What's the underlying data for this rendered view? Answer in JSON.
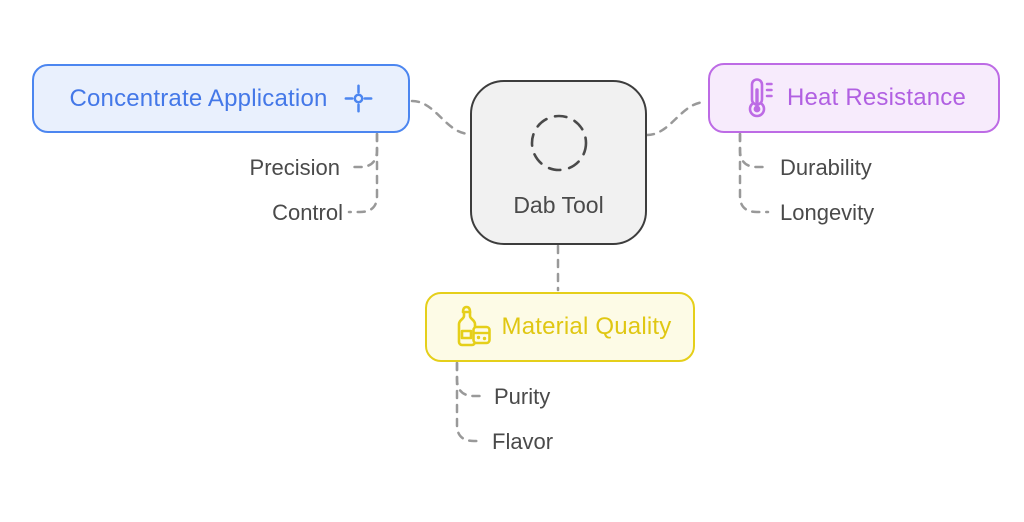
{
  "diagram": {
    "center": {
      "label": "Dab Tool",
      "icon": "dashed-circle-icon"
    },
    "branches": [
      {
        "id": "concentrate-application",
        "label": "Concentrate Application",
        "icon": "crosshair-icon",
        "icon_position": "right",
        "border_color": "#4c86f0",
        "fill_color": "#e9f0fd",
        "text_color": "#4478e8",
        "children": [
          "Precision",
          "Control"
        ]
      },
      {
        "id": "heat-resistance",
        "label": "Heat Resistance",
        "icon": "thermometer-icon",
        "icon_position": "left",
        "border_color": "#bd6be5",
        "fill_color": "#f7ebfc",
        "text_color": "#b160e2",
        "children": [
          "Durability",
          "Longevity"
        ]
      },
      {
        "id": "material-quality",
        "label": "Material Quality",
        "icon": "bottle-and-glass-icon",
        "icon_position": "left",
        "border_color": "#e5cf1a",
        "fill_color": "#fdfbe6",
        "text_color": "#e0c713",
        "children": [
          "Purity",
          "Flavor"
        ]
      }
    ],
    "colors": {
      "center_fill": "#f1f1f1",
      "center_border": "#3d3d3d",
      "center_text": "#4a4a4a",
      "child_text": "#4a4a4a",
      "connector": "#999999",
      "background": "#ffffff"
    }
  }
}
